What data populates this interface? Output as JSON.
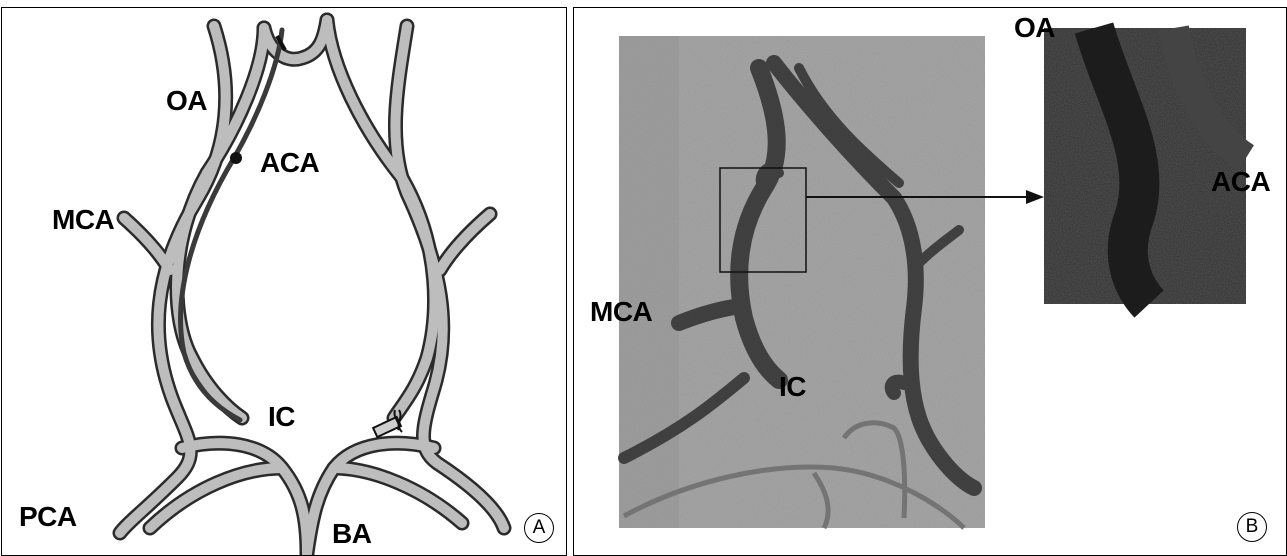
{
  "panel_a": {
    "labels": {
      "oa": "OA",
      "aca": "ACA",
      "mca": "MCA",
      "ic": "IC",
      "pca": "PCA",
      "ba": "BA"
    },
    "panel_letter": "A"
  },
  "panel_b": {
    "labels": {
      "oa": "OA",
      "aca": "ACA",
      "mca": "MCA",
      "ic": "IC"
    },
    "panel_letter": "B"
  },
  "colors": {
    "vessel_fill": "#b9b9b9",
    "vessel_outline": "#2b2b2b",
    "catheter": "#3a3a3a",
    "photo_bg": "#a8a8a8",
    "photo_vessel": "#3c3c3c",
    "inset_bg": "#2e2e2e"
  }
}
